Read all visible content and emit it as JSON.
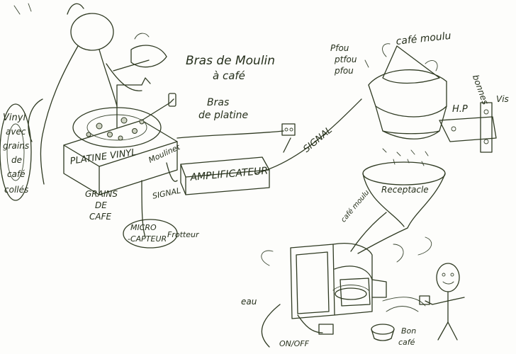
{
  "labels": {
    "bras_moulin": "Bras de Moulin",
    "bras_moulin_2": "à café",
    "bras_platine": "Bras",
    "bras_platine_2": "de platine",
    "vinyl": [
      "Vinyl",
      "avec",
      "grains",
      "de",
      "café",
      "collés"
    ],
    "platine_vinyl": "PLATINE VINYL",
    "moulinet": "Moulinet",
    "grains_de_cafe": [
      "GRAINS",
      "DE",
      "CAFE"
    ],
    "signal_left": "SIGNAL",
    "micro_capteur": [
      "MICRO",
      "-CAPTEUR"
    ],
    "frotteur": "Frotteur",
    "amplificateur": "AMPLIFICATEUR",
    "signal_middle": "SIGNAL",
    "sound": [
      "Pfou",
      "ptfou",
      "pfou"
    ],
    "cafe_moulu_top": "café moulu",
    "hp": "H.P",
    "bonnes_vis": [
      "bonnes",
      "Vis"
    ],
    "receptacle": "Receptacle",
    "cafe_moulu_bottom": "café moulu",
    "eau": "eau",
    "on_off": "ON/OFF",
    "bon_cafe": [
      "Bon",
      "café"
    ]
  }
}
